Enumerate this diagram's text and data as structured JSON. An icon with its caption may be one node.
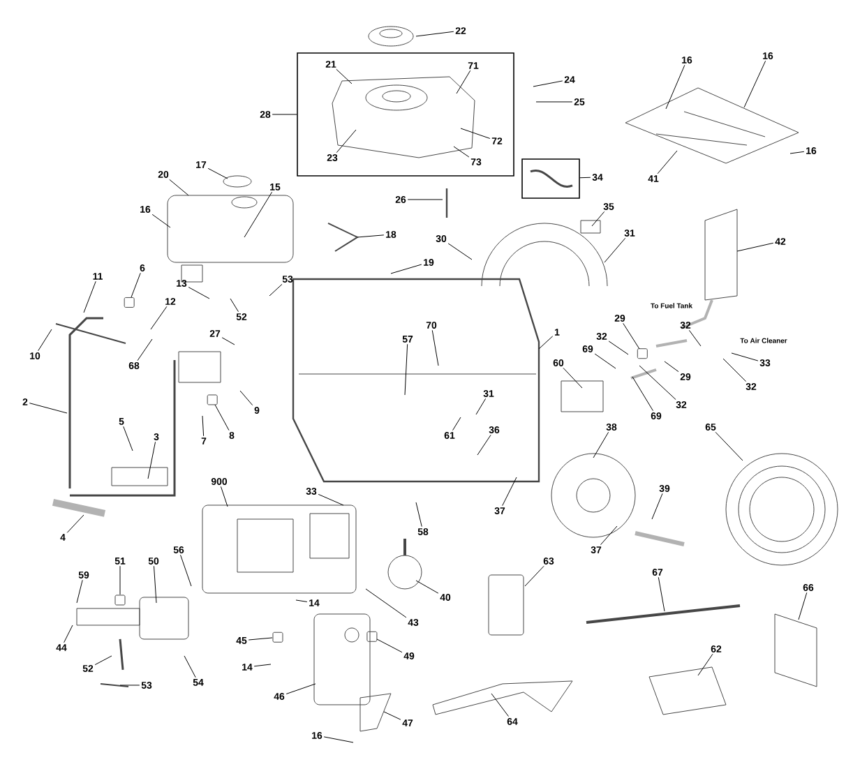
{
  "diagram": {
    "nodes": [
      {
        "text": [],
        "shape": "box"
      },
      {
        "text": [
          "21"
        ],
        "in": 0
      },
      {
        "text": [
          "71"
        ],
        "in": 0
      },
      {
        "text": [
          "72"
        ],
        "in": 0
      },
      {
        "text": [
          "23"
        ],
        "in": 0
      },
      {
        "text": [
          "73"
        ],
        "in": 0
      },
      {
        "text": [
          "28"
        ]
      },
      {
        "text": [
          "22"
        ]
      },
      {
        "text": [
          "24"
        ]
      },
      {
        "text": [
          "25"
        ]
      },
      {
        "text": [
          "16"
        ]
      },
      {
        "text": [
          "16"
        ]
      },
      {
        "text": [
          "16"
        ]
      },
      {
        "text": [
          "41"
        ]
      },
      {
        "text": [],
        "shape": "box"
      },
      {
        "text": [
          "34"
        ]
      },
      {
        "text": [
          "17"
        ]
      },
      {
        "text": [
          "20"
        ]
      },
      {
        "text": [
          "15"
        ]
      },
      {
        "text": [
          "26"
        ]
      },
      {
        "text": [
          "35"
        ]
      },
      {
        "text": [
          "16"
        ]
      },
      {
        "text": [
          "31"
        ]
      },
      {
        "text": [
          "18"
        ]
      },
      {
        "text": [
          "30"
        ]
      },
      {
        "text": [
          "42"
        ]
      },
      {
        "text": [
          "19"
        ]
      },
      {
        "text": [
          "11"
        ]
      },
      {
        "text": [
          "6"
        ]
      },
      {
        "text": [
          "13"
        ]
      },
      {
        "text": [
          "53"
        ]
      },
      {
        "text": [
          "52"
        ]
      },
      {
        "text": [
          "12"
        ]
      },
      {
        "text": [
          "29"
        ]
      },
      {
        "text": [
          "32"
        ]
      },
      {
        "text": [
          "70"
        ]
      },
      {
        "text": [
          "1"
        ]
      },
      {
        "text": [
          "27"
        ]
      },
      {
        "text": [
          "32"
        ]
      },
      {
        "text": [
          "57"
        ]
      },
      {
        "text": [
          "69"
        ]
      },
      {
        "text": [
          "10"
        ]
      },
      {
        "text": [
          "60"
        ]
      },
      {
        "text": [
          "33"
        ]
      },
      {
        "text": [
          "68"
        ]
      },
      {
        "text": [
          "29"
        ]
      },
      {
        "text": [
          "32"
        ]
      },
      {
        "text": [
          "31"
        ]
      },
      {
        "text": [
          "69"
        ]
      },
      {
        "text": [
          "2"
        ]
      },
      {
        "text": [
          "32"
        ]
      },
      {
        "text": [
          "9"
        ]
      },
      {
        "text": [
          "5"
        ]
      },
      {
        "text": [
          "38"
        ]
      },
      {
        "text": [
          "65"
        ]
      },
      {
        "text": [
          "36"
        ]
      },
      {
        "text": [
          "7"
        ]
      },
      {
        "text": [
          "8"
        ]
      },
      {
        "text": [
          "61"
        ]
      },
      {
        "text": [
          "3"
        ]
      },
      {
        "text": [
          "900"
        ]
      },
      {
        "text": [
          "39"
        ]
      },
      {
        "text": [
          "33"
        ]
      },
      {
        "text": [
          "37"
        ]
      },
      {
        "text": [
          "58"
        ]
      },
      {
        "text": [
          "4"
        ]
      },
      {
        "text": [
          "56"
        ]
      },
      {
        "text": [
          "37"
        ]
      },
      {
        "text": [
          "63"
        ]
      },
      {
        "text": [
          "51"
        ]
      },
      {
        "text": [
          "50"
        ]
      },
      {
        "text": [
          "67"
        ]
      },
      {
        "text": [
          "59"
        ]
      },
      {
        "text": [
          "66"
        ]
      },
      {
        "text": [
          "40"
        ]
      },
      {
        "text": [
          "14"
        ]
      },
      {
        "text": [
          "43"
        ]
      },
      {
        "text": [
          "45"
        ]
      },
      {
        "text": [
          "44"
        ]
      },
      {
        "text": [
          "62"
        ]
      },
      {
        "text": [
          "49"
        ]
      },
      {
        "text": [
          "14"
        ]
      },
      {
        "text": [
          "52"
        ]
      },
      {
        "text": [
          "54"
        ]
      },
      {
        "text": [
          "53"
        ]
      },
      {
        "text": [
          "46"
        ]
      },
      {
        "text": [
          "64"
        ]
      },
      {
        "text": [
          "47"
        ]
      },
      {
        "text": [
          "16"
        ]
      }
    ],
    "edges": [
      {
        "from": 1,
        "to": null,
        "arrow": "none"
      },
      {
        "from": 2,
        "to": null,
        "arrow": "none"
      },
      {
        "from": 3,
        "to": null,
        "arrow": "none"
      },
      {
        "from": 4,
        "to": null,
        "arrow": "none"
      },
      {
        "from": 5,
        "to": null,
        "arrow": "none"
      },
      {
        "from": 6,
        "to": 0,
        "arrow": "none"
      },
      {
        "from": 7,
        "to": null,
        "arrow": "none"
      },
      {
        "from": 8,
        "to": null,
        "arrow": "none"
      },
      {
        "from": 9,
        "to": null,
        "arrow": "none"
      },
      {
        "from": 10,
        "to": null,
        "arrow": "none"
      },
      {
        "from": 11,
        "to": null,
        "arrow": "none"
      },
      {
        "from": 12,
        "to": null,
        "arrow": "none"
      },
      {
        "from": 13,
        "to": null,
        "arrow": "none"
      },
      {
        "from": 15,
        "to": 14,
        "arrow": "none"
      },
      {
        "from": 16,
        "to": null,
        "arrow": "none"
      },
      {
        "from": 17,
        "to": null,
        "arrow": "none"
      },
      {
        "from": 18,
        "to": null,
        "arrow": "none"
      },
      {
        "from": 19,
        "to": null,
        "arrow": "none"
      },
      {
        "from": 20,
        "to": null,
        "arrow": "none"
      },
      {
        "from": 21,
        "to": null,
        "arrow": "none"
      },
      {
        "from": 22,
        "to": null,
        "arrow": "none"
      },
      {
        "from": 23,
        "to": null,
        "arrow": "none"
      },
      {
        "from": 24,
        "to": null,
        "arrow": "none"
      },
      {
        "from": 25,
        "to": null,
        "arrow": "none"
      },
      {
        "from": 26,
        "to": null,
        "arrow": "none"
      },
      {
        "from": 27,
        "to": null,
        "arrow": "none"
      },
      {
        "from": 28,
        "to": null,
        "arrow": "none"
      },
      {
        "from": 29,
        "to": null,
        "arrow": "none"
      },
      {
        "from": 30,
        "to": null,
        "arrow": "none"
      },
      {
        "from": 31,
        "to": null,
        "arrow": "none"
      },
      {
        "from": 32,
        "to": null,
        "arrow": "none"
      },
      {
        "from": 33,
        "to": null,
        "arrow": "none"
      },
      {
        "from": 34,
        "to": null,
        "arrow": "none"
      },
      {
        "from": 35,
        "to": null,
        "arrow": "none"
      },
      {
        "from": 36,
        "to": null,
        "arrow": "none"
      },
      {
        "from": 37,
        "to": null,
        "arrow": "none"
      },
      {
        "from": 38,
        "to": null,
        "arrow": "none"
      },
      {
        "from": 39,
        "to": null,
        "arrow": "none"
      },
      {
        "from": 40,
        "to": null,
        "arrow": "none"
      },
      {
        "from": 41,
        "to": null,
        "arrow": "none"
      },
      {
        "from": 42,
        "to": null,
        "arrow": "none"
      },
      {
        "from": 43,
        "to": null,
        "arrow": "none"
      },
      {
        "from": 44,
        "to": null,
        "arrow": "none"
      },
      {
        "from": 45,
        "to": null,
        "arrow": "none"
      },
      {
        "from": 46,
        "to": null,
        "arrow": "none"
      },
      {
        "from": 47,
        "to": null,
        "arrow": "none"
      },
      {
        "from": 48,
        "to": null,
        "arrow": "none"
      },
      {
        "from": 49,
        "to": null,
        "arrow": "none"
      },
      {
        "from": 50,
        "to": null,
        "arrow": "none"
      },
      {
        "from": 51,
        "to": null,
        "arrow": "none"
      },
      {
        "from": 52,
        "to": null,
        "arrow": "none"
      },
      {
        "from": 53,
        "to": null,
        "arrow": "none"
      },
      {
        "from": 54,
        "to": null,
        "arrow": "none"
      },
      {
        "from": 55,
        "to": null,
        "arrow": "none"
      },
      {
        "from": 56,
        "to": null,
        "arrow": "none"
      },
      {
        "from": 57,
        "to": null,
        "arrow": "none"
      },
      {
        "from": 58,
        "to": null,
        "arrow": "none"
      },
      {
        "from": 59,
        "to": null,
        "arrow": "none"
      },
      {
        "from": 60,
        "to": null,
        "arrow": "none"
      },
      {
        "from": 61,
        "to": null,
        "arrow": "none"
      },
      {
        "from": 62,
        "to": null,
        "arrow": "none"
      },
      {
        "from": 63,
        "to": null,
        "arrow": "none"
      },
      {
        "from": 64,
        "to": null,
        "arrow": "none"
      },
      {
        "from": 65,
        "to": null,
        "arrow": "none"
      },
      {
        "from": 66,
        "to": null,
        "arrow": "none"
      },
      {
        "from": 67,
        "to": null,
        "arrow": "none"
      },
      {
        "from": 68,
        "to": null,
        "arrow": "none"
      },
      {
        "from": 69,
        "to": null,
        "arrow": "none"
      },
      {
        "from": 70,
        "to": null,
        "arrow": "none"
      },
      {
        "from": 71,
        "to": null,
        "arrow": "none"
      },
      {
        "from": 72,
        "to": null,
        "arrow": "none"
      },
      {
        "from": 73,
        "to": null,
        "arrow": "none"
      },
      {
        "from": 74,
        "to": null,
        "arrow": "none"
      },
      {
        "from": 75,
        "to": null,
        "arrow": "none"
      },
      {
        "from": 76,
        "to": null,
        "arrow": "none"
      },
      {
        "from": 77,
        "to": null,
        "arrow": "none"
      },
      {
        "from": 78,
        "to": null,
        "arrow": "none"
      },
      {
        "from": 79,
        "to": null,
        "arrow": "none"
      },
      {
        "from": 80,
        "to": null,
        "arrow": "none"
      },
      {
        "from": 81,
        "to": null,
        "arrow": "none"
      },
      {
        "from": 82,
        "to": null,
        "arrow": "none"
      },
      {
        "from": 83,
        "to": null,
        "arrow": "none"
      },
      {
        "from": 84,
        "to": null,
        "arrow": "none"
      },
      {
        "from": 85,
        "to": null,
        "arrow": "none"
      },
      {
        "from": 86,
        "to": null,
        "arrow": "none"
      },
      {
        "from": 87,
        "to": null,
        "arrow": "none"
      },
      {
        "from": 88,
        "to": null,
        "arrow": "none"
      }
    ],
    "labels": [
      "To Fuel Tank",
      "To Air Cleaner"
    ]
  }
}
